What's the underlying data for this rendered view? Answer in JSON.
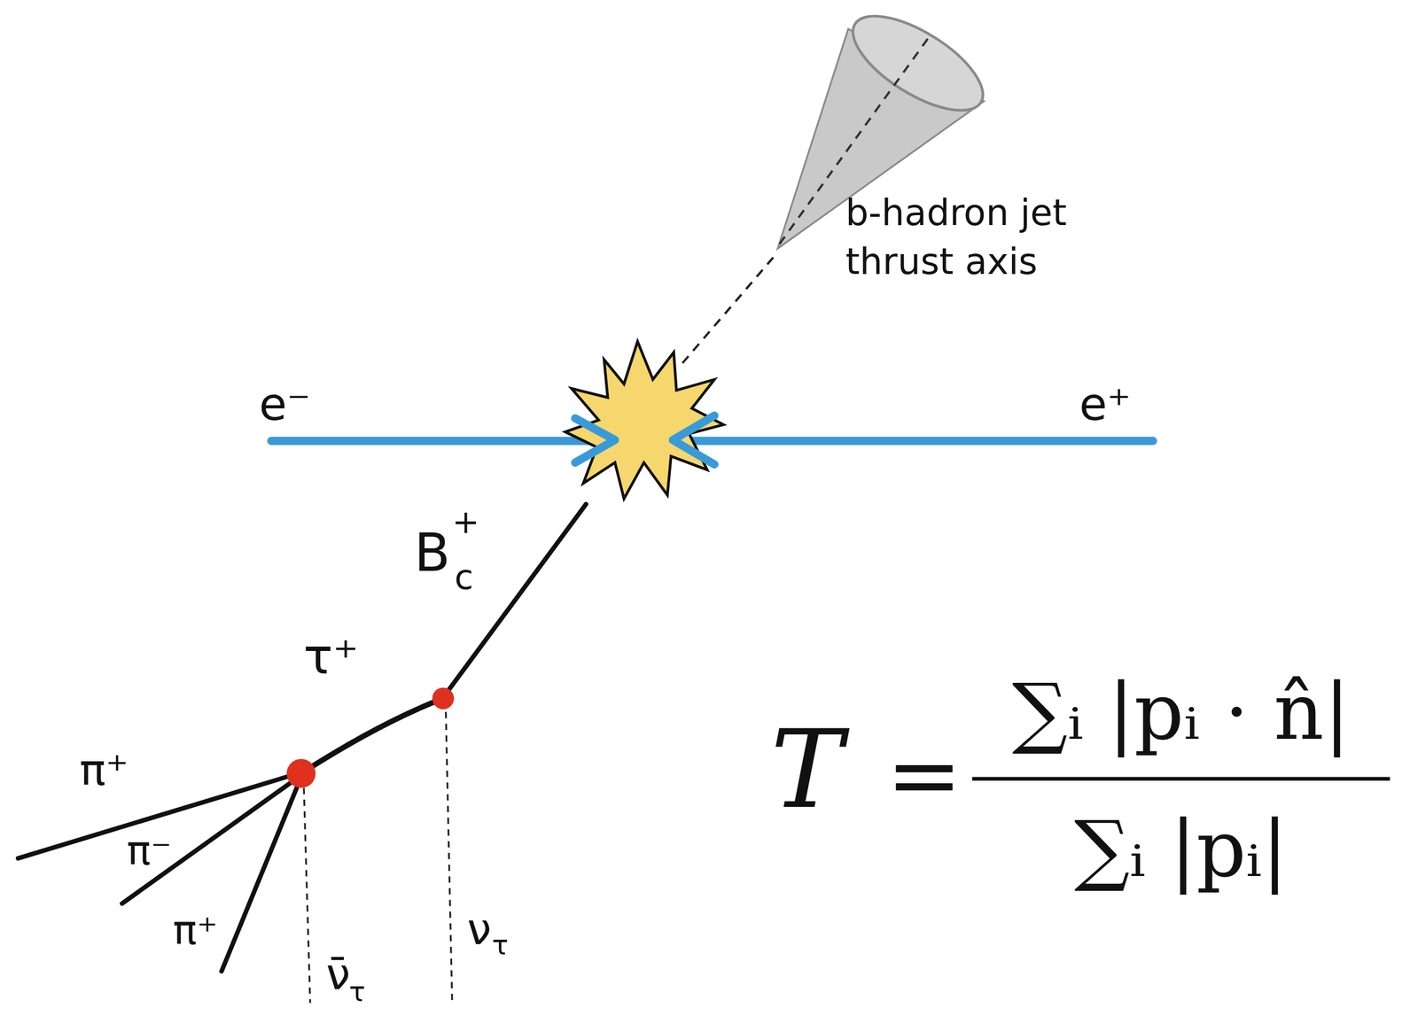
{
  "diagram": {
    "labels": [
      "b-hadron jet thrust axis",
      "e⁻",
      "e⁺",
      "B",
      "+",
      "c",
      "τ⁺",
      "π⁺",
      "π⁻",
      "π⁺",
      "ν̄",
      "τ",
      "ν",
      "τ",
      "T",
      "=",
      "∑ᵢ |pᵢ · n̂|",
      "∑ᵢ |pᵢ|"
    ]
  }
}
